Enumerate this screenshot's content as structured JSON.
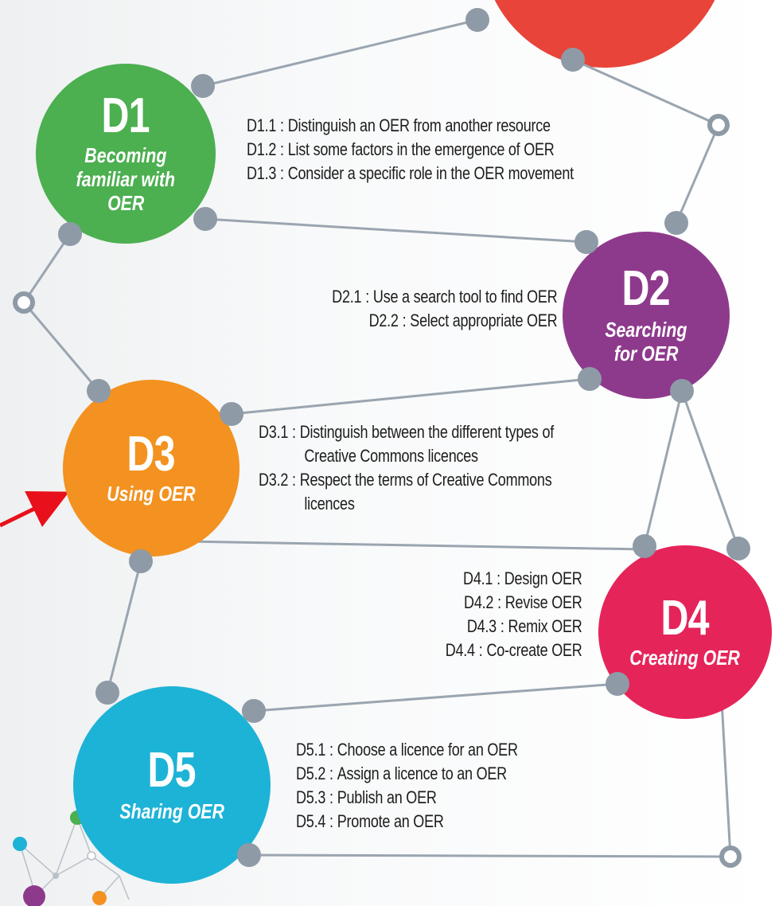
{
  "colors": {
    "d1": "#4caf50",
    "d2": "#8e3a8c",
    "d3": "#f39220",
    "d4": "#e5245a",
    "d5": "#1db3d6",
    "top_red": "#e8443a",
    "node": "#8e9aa6",
    "line": "#9aa5b0",
    "arrow": "#e8101a"
  },
  "competencies": [
    {
      "code": "D1",
      "title_lines": [
        "Becoming",
        "familiar with",
        "OER"
      ],
      "objectives": [
        {
          "code": "D1.1",
          "text": "Distinguish an OER from another resource"
        },
        {
          "code": "D1.2",
          "text": "List some factors in the emergence of OER"
        },
        {
          "code": "D1.3",
          "text": "Consider a specific role in the OER movement"
        }
      ]
    },
    {
      "code": "D2",
      "title_lines": [
        "Searching",
        "for OER"
      ],
      "objectives": [
        {
          "code": "D2.1",
          "text": "Use a search tool to find OER"
        },
        {
          "code": "D2.2",
          "text": "Select appropriate OER"
        }
      ]
    },
    {
      "code": "D3",
      "title_lines": [
        "Using OER"
      ],
      "objectives": [
        {
          "code": "D3.1",
          "text": "Distinguish between the different types of",
          "text2": "Creative Commons licences"
        },
        {
          "code": "D3.2",
          "text": "Respect the terms of Creative Commons",
          "text2": "licences"
        }
      ]
    },
    {
      "code": "D4",
      "title_lines": [
        "Creating OER"
      ],
      "objectives": [
        {
          "code": "D4.1",
          "text": "Design OER"
        },
        {
          "code": "D4.2",
          "text": "Revise OER"
        },
        {
          "code": "D4.3",
          "text": "Remix OER"
        },
        {
          "code": "D4.4",
          "text": "Co-create OER"
        }
      ]
    },
    {
      "code": "D5",
      "title_lines": [
        "Sharing OER"
      ],
      "objectives": [
        {
          "code": "D5.1",
          "text": "Choose a licence for an OER"
        },
        {
          "code": "D5.2",
          "text": "Assign a licence to an OER"
        },
        {
          "code": "D5.3",
          "text": "Publish an OER"
        },
        {
          "code": "D5.4",
          "text": "Promote an OER"
        }
      ]
    }
  ]
}
